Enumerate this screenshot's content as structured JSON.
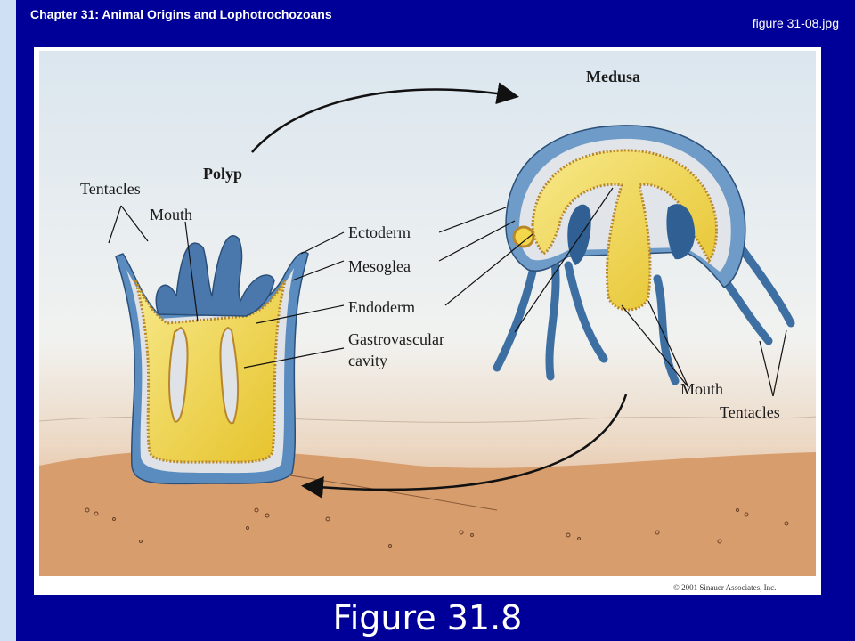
{
  "header": {
    "chapter_title": "Chapter 31: Animal Origins and Lophotrochozoans",
    "file_name": "figure 31-08.jpg"
  },
  "figure": {
    "labels": {
      "polyp": "Polyp",
      "medusa": "Medusa",
      "tentacles_polyp": "Tentacles",
      "mouth_polyp": "Mouth",
      "ectoderm": "Ectoderm",
      "mesoglea": "Mesoglea",
      "endoderm": "Endoderm",
      "gastro_line1": "Gastrovascular",
      "gastro_line2": "cavity",
      "mouth_medusa": "Mouth",
      "tentacles_medusa": "Tentacles"
    },
    "copyright": "© 2001 Sinauer Associates, Inc.",
    "colors": {
      "ectoderm_blue": "#4a7fb5",
      "endoderm_yellow": "#f3d64a",
      "mesoglea_gray": "#d9dde2",
      "sediment": "#d59a6a",
      "water": "#e8eef4"
    }
  },
  "caption": "Figure 31.8"
}
